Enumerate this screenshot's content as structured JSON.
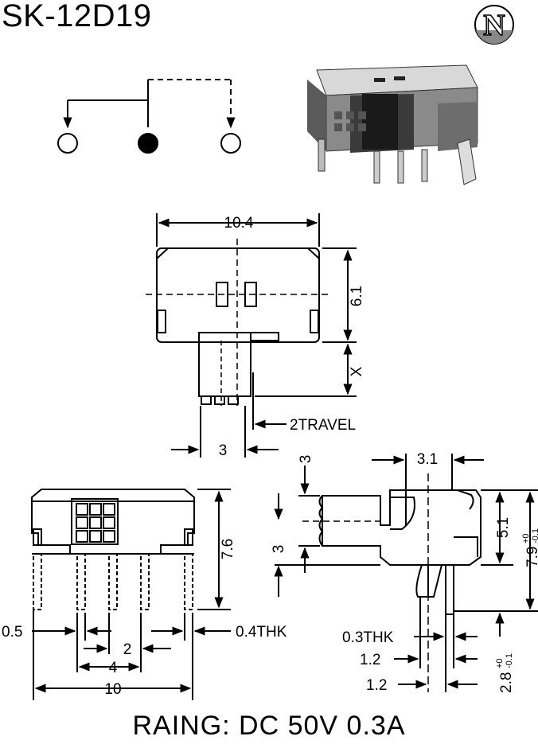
{
  "title": "SK-12D19",
  "logo": {
    "letter": "N"
  },
  "rating": "RAING: DC 50V  0.3A",
  "dimensions": {
    "width_top": "10.4",
    "height_top": "6.1",
    "x_label": "X",
    "travel": "2TRAVEL",
    "pin_spacing_3": "3",
    "side_width": "3.1",
    "side_3a": "3",
    "side_3b": "3",
    "side_5_1": "5.1",
    "side_7_9": "7.9",
    "side_7_9_tol_plus": "+0",
    "side_7_9_tol_minus": "-0.1",
    "thk_03": "0.3THK",
    "dim_1_2a": "1.2",
    "dim_1_2b": "1.2",
    "dim_2_8": "2.8",
    "dim_2_8_tol_plus": "+0",
    "dim_2_8_tol_minus": "-0.1",
    "front_7_6": "7.6",
    "front_0_5": "0.5",
    "front_0_4thk": "0.4THK",
    "front_2": "2",
    "front_4": "4",
    "front_10": "10"
  }
}
